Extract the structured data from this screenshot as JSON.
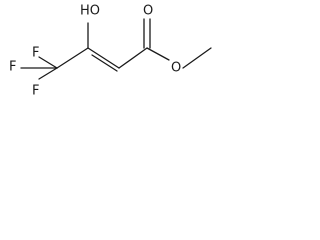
{
  "molecule": {
    "atoms": {
      "hydroxyl": "HO",
      "carbonyl_oxygen": "O",
      "ester_oxygen": "O",
      "fluorine_top": "F",
      "fluorine_left": "F",
      "fluorine_bottom": "F"
    }
  }
}
